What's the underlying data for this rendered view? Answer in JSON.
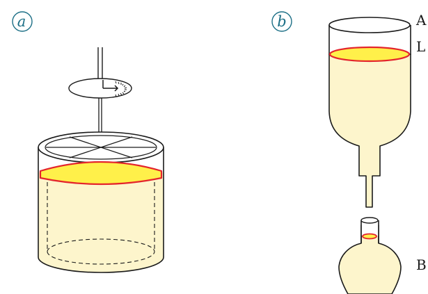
{
  "panels": {
    "a": {
      "badge": "a"
    },
    "b": {
      "badge": "b",
      "labels": {
        "top_vessel": "A",
        "liquid_level": "L",
        "flask": "B"
      }
    }
  },
  "colors": {
    "liquid": "#fdf5cc",
    "liquid_surface": "#fff04a",
    "meniscus_edge": "#e4242c",
    "outline": "#1a1a1a",
    "badge_ring": "#1c6f86"
  }
}
